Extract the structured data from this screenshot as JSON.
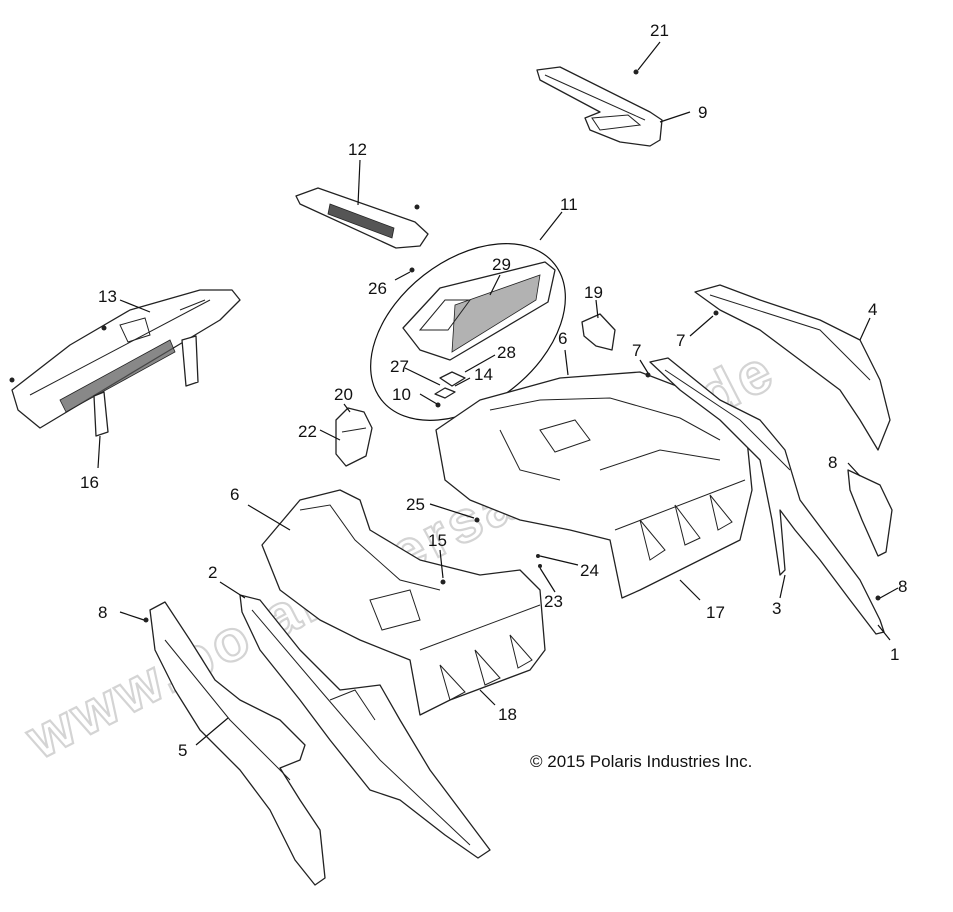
{
  "watermark": "www.polaris-ersatzteile.de",
  "copyright": "© 2015 Polaris Industries Inc.",
  "callouts": {
    "c1": "1",
    "c2": "2",
    "c3": "3",
    "c4": "4",
    "c5": "5",
    "c6a": "6",
    "c6b": "6",
    "c7a": "7",
    "c7b": "7",
    "c8a": "8",
    "c8b": "8",
    "c8c": "8",
    "c9": "9",
    "c10": "10",
    "c11": "11",
    "c12": "12",
    "c13": "13",
    "c14": "14",
    "c15": "15",
    "c16": "16",
    "c17": "17",
    "c18": "18",
    "c19": "19",
    "c20": "20",
    "c21": "21",
    "c22": "22",
    "c23": "23",
    "c24": "24",
    "c25": "25",
    "c26": "26",
    "c27": "27",
    "c28": "28",
    "c29": "29"
  }
}
